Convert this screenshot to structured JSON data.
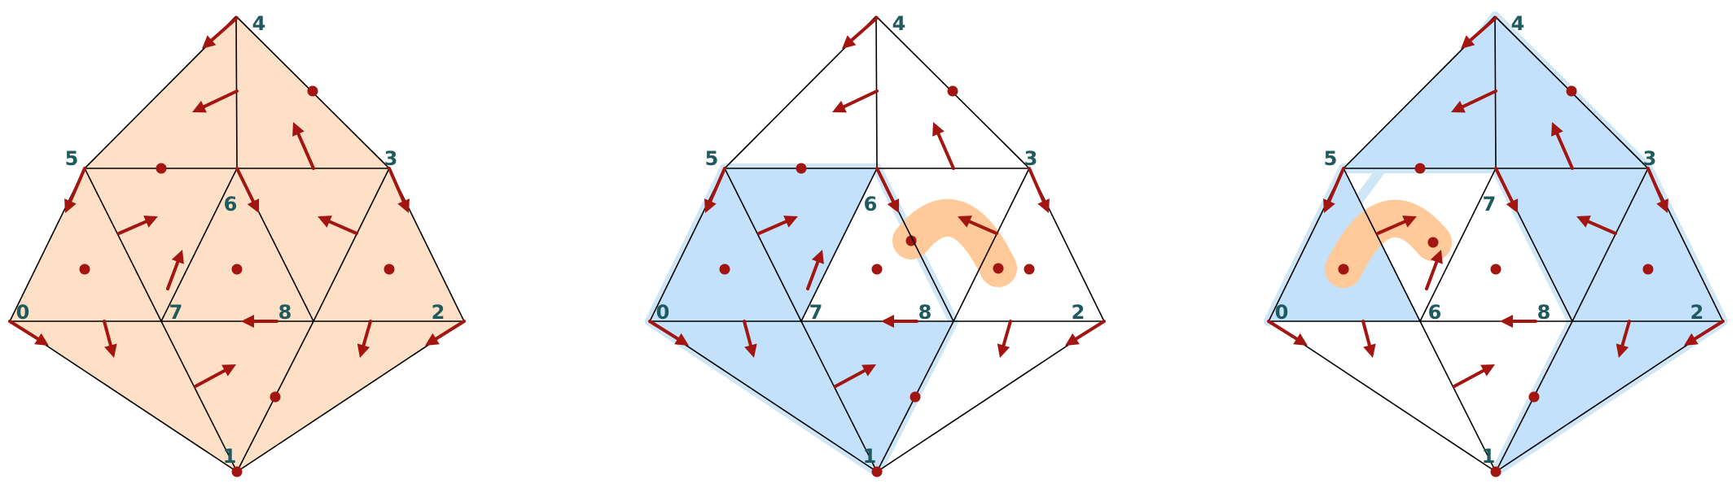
{
  "colors": {
    "background": "#ffffff",
    "peach_face": "#fde0c5",
    "blue_face": "#c3e1fb",
    "blue_halo": "#cfe6f7",
    "edge": "#000000",
    "arrow": "#a31510",
    "vertex_label": "#1f5a5e",
    "orange_highlight": "#ffc999"
  },
  "panels": [
    {
      "id": "left",
      "labels": {
        "v0": "0",
        "v1": "1",
        "v2": "2",
        "v3": "3",
        "v4": "4",
        "v5": "5",
        "center_top": "6",
        "center_left": "7",
        "center_right": "8"
      },
      "faces_shaded": "all-peach"
    },
    {
      "id": "middle",
      "labels": {
        "v0": "0",
        "v1": "1",
        "v2": "2",
        "v3": "3",
        "v4": "4",
        "v5": "5",
        "center_top": "6",
        "center_left": "7",
        "center_right": "8"
      },
      "faces_shaded": "blue-region",
      "highlight": "orange-arc"
    },
    {
      "id": "right",
      "labels": {
        "v0": "0",
        "v1": "1",
        "v2": "2",
        "v3": "3",
        "v4": "4",
        "v5": "5",
        "center_top": "7",
        "center_left": "6",
        "center_right": "8"
      },
      "faces_shaded": "blue-region",
      "highlight": "orange-arc"
    }
  ],
  "icons": {
    "arrow": "arrow-icon",
    "dot": "dot-marker-icon"
  }
}
